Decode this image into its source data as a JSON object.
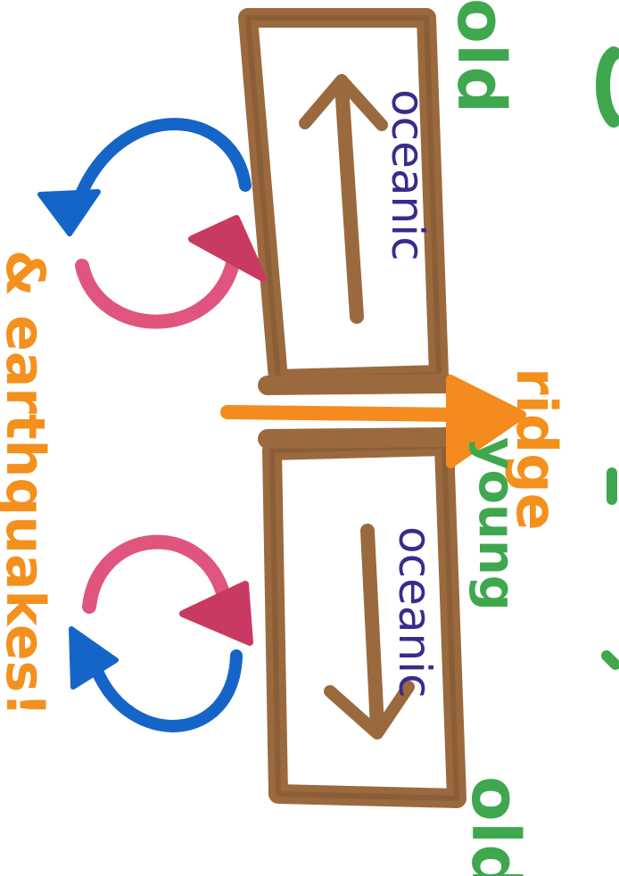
{
  "labels": {
    "old_top": "old",
    "old_bottom": "old",
    "oceanic_top": "oceanic",
    "oceanic_bottom": "oceanic",
    "ridge": "ridge",
    "young": "young",
    "earthquakes": "& earthquakes!",
    "green_edge_fragment": "n"
  },
  "colors": {
    "plate_brown": "#9a6a3e",
    "plate_dark": "#7a5030",
    "ridge_orange": "#f58a1f",
    "label_orange": "#f4901e",
    "text_purple": "#3b2a8c",
    "text_green": "#3fa84e",
    "arrow_blue": "#1565c8",
    "arrow_pink": "#e0557e",
    "arrow_pink_dark": "#c93a63"
  },
  "icons": {
    "convection_top": "circular-arrows-icon",
    "convection_bottom": "circular-arrows-icon"
  }
}
